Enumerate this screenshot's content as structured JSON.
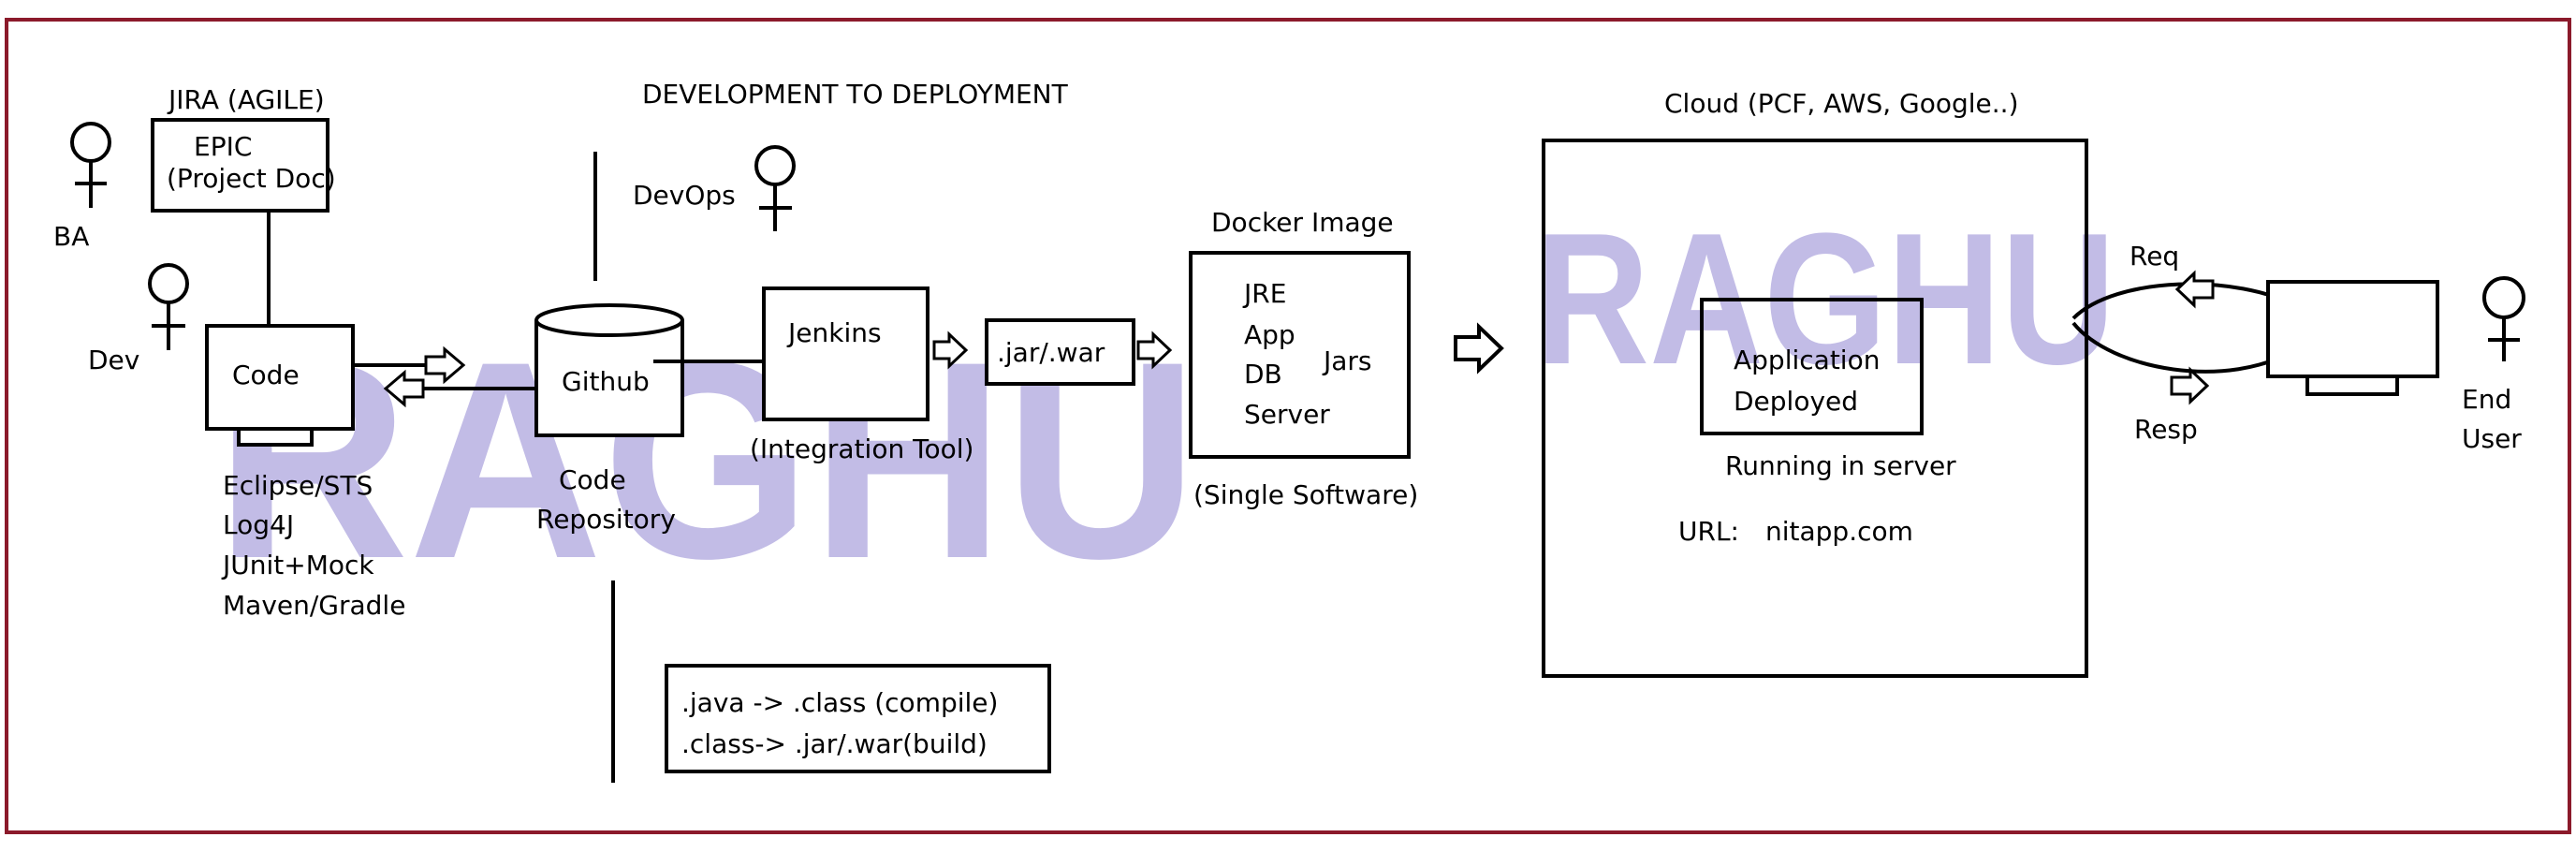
{
  "colors": {
    "frame": "#8b1a2b",
    "watermark": "#c2bce6",
    "ink": "#000000"
  },
  "title": "DEVELOPMENT TO DEPLOYMENT",
  "watermark": {
    "text_1": "RAGHU",
    "text_2": "RAGHU"
  },
  "actors": {
    "ba": "BA",
    "dev": "Dev",
    "devops": "DevOps",
    "end_user_1": "End",
    "end_user_2": "User"
  },
  "jira": {
    "title": "JIRA (AGILE)",
    "box_line1": "EPIC",
    "box_line2": "(Project Doc)"
  },
  "code": {
    "box": "Code",
    "tools": [
      "Eclipse/STS",
      "Log4J",
      "JUnit+Mock",
      "Maven/Gradle"
    ]
  },
  "github": {
    "label": "Github",
    "caption_line1": "Code",
    "caption_line2": "Repository"
  },
  "jenkins": {
    "label": "Jenkins",
    "caption": "(Integration Tool)"
  },
  "artifact": {
    "label": ".jar/.war"
  },
  "docker": {
    "title": "Docker Image",
    "items": [
      "JRE",
      "App",
      "DB",
      "Server"
    ],
    "side": "Jars",
    "caption": "(Single Software)"
  },
  "build_note": {
    "line1": ".java -> .class  (compile)",
    "line2": ".class-> .jar/.war(build)"
  },
  "cloud": {
    "title": "Cloud (PCF, AWS, Google..)",
    "app_line1": "Application",
    "app_line2": "Deployed",
    "running": "Running in server",
    "url_label": "URL:",
    "url_value": "nitapp.com"
  },
  "client": {
    "req": "Req",
    "resp": "Resp"
  }
}
